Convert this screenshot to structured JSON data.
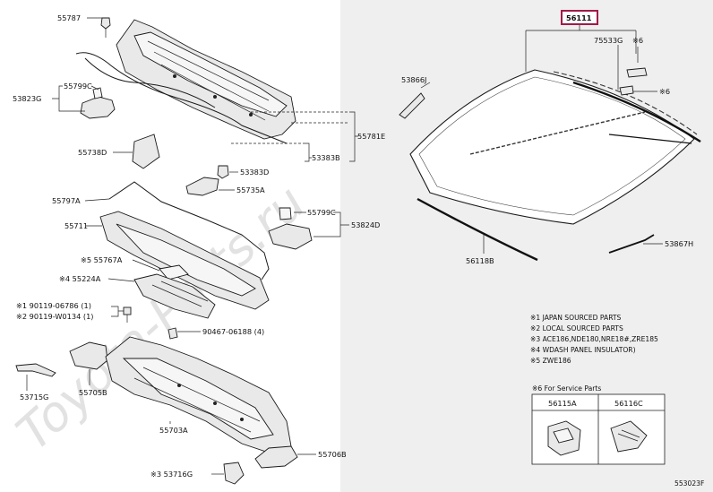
{
  "diagram": {
    "watermark": "Toyota-Parts.ru",
    "diagram_code": "553023F",
    "highlighted_part": "56111",
    "parts": {
      "p55787": "55787",
      "p53823G": "53823G",
      "p55799C_a": "55799C",
      "p55738D": "55738D",
      "p55781E": "55781E",
      "p53383B": "53383B",
      "p53383D": "53383D",
      "p55735A": "55735A",
      "p55797A": "55797A",
      "p55799C_b": "55799C",
      "p53824D": "53824D",
      "p55711": "55711",
      "p55767A": "※5 55767A",
      "p55224A": "※4 55224A",
      "p90119_06786": "※1 90119-06786 (1)",
      "p90119_W0134": "※2 90119-W0134 (1)",
      "p90467": "90467-06188 (4)",
      "p53715G": "53715G",
      "p55705B": "55705B",
      "p55703A": "55703A",
      "p55706B": "55706B",
      "p53716G": "※3 53716G",
      "p56111": "56111",
      "p75533G": "75533G",
      "p75533G_note": "※6",
      "p53866J": "53866J",
      "p_small_note": "※6",
      "p56118B": "56118B",
      "p53867H": "53867H"
    },
    "notes": [
      "※1 JAPAN SOURCED PARTS",
      "※2 LOCAL SOURCED PARTS",
      "※3 ACE186,NDE180,NRE18#,ZRE185",
      "※4 WDASH PANEL INSULATOR)",
      "※5 ZWE186"
    ],
    "service_box": {
      "title": "※6 For Service Parts",
      "col1": "56115A",
      "col2": "56116C"
    }
  }
}
